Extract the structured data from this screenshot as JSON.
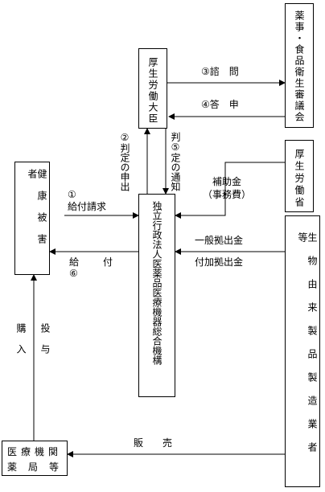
{
  "nodes": {
    "kousei_daijin": "厚生労働大臣",
    "shingikai": "薬事・食品衛生審議会",
    "kouseiroudoushou": "厚生労働省",
    "kenkou_higaisha": "健康被害者",
    "pmda": "独立行政法人医薬品医療機器総合機構",
    "seibutsu_seizou": "生物由来製品製造業者等",
    "iryou_kikan_line1": "医療機関",
    "iryou_kikan_line2": "薬局等"
  },
  "edges": {
    "shimon": "③諮　問",
    "toushin": "④答　申",
    "hantei_moushide": "②判定の申出",
    "hantei_tsuuchi": "判⑤定の通知",
    "kyuufu_seikyuu_num": "①",
    "kyuufu_seikyuu": "給付請求",
    "hojokin_line1": "補助金",
    "hojokin_line2": "（事務費）",
    "ippan_kyoshutsukin": "一般拠出金",
    "fuka_kyoshutsukin": "付加拠出金",
    "kyuufu": "給　　付",
    "kyuufu_num": "⑥",
    "kounyuu": "購入",
    "touyo": "投与",
    "hanbai": "販　　売"
  }
}
